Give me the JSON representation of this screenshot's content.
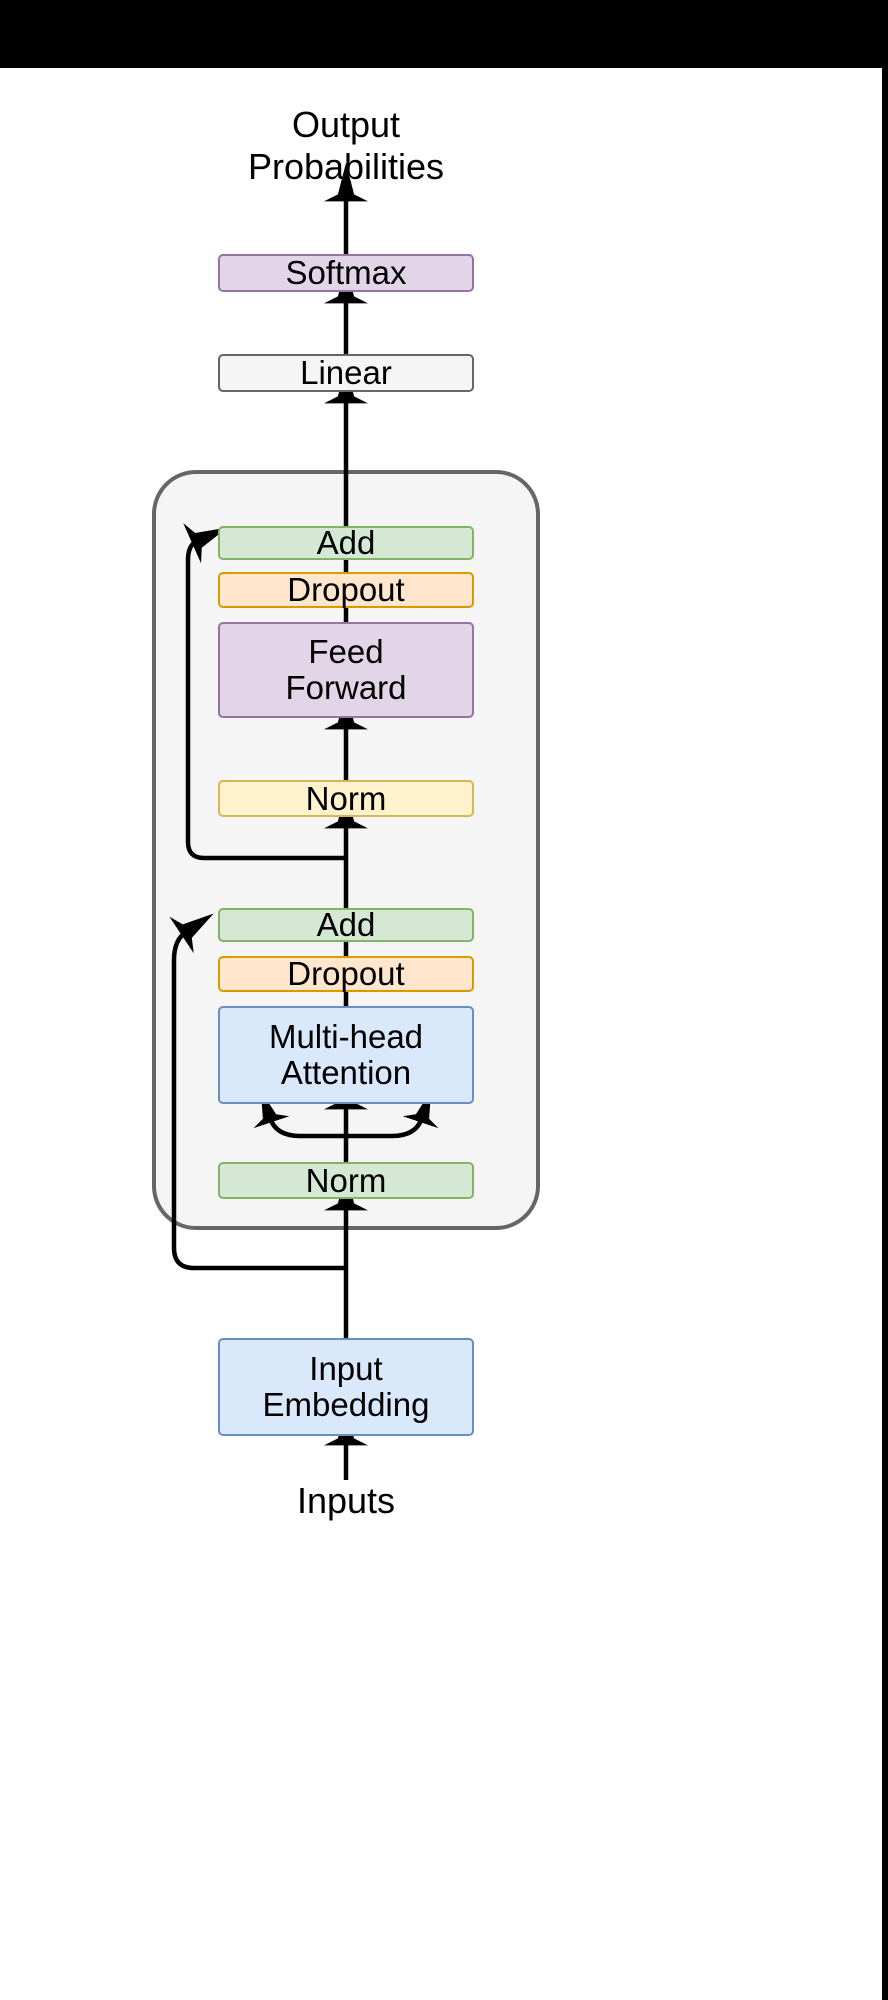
{
  "diagram": {
    "title": "Transformer Pre-LN Block Architecture",
    "type": "flowchart",
    "background_color": "#ffffff",
    "frame_color": "#000000",
    "labels": {
      "output": "Output\nProbabilities",
      "inputs": "Inputs"
    },
    "container": {
      "name": "encoder-block",
      "fill": "#f5f5f5",
      "stroke": "#666666"
    },
    "nodes": [
      {
        "id": "softmax",
        "label": "Softmax",
        "fill": "#e1d5e7",
        "stroke": "#9673a6"
      },
      {
        "id": "linear",
        "label": "Linear",
        "fill": "#f5f5f5",
        "stroke": "#666666"
      },
      {
        "id": "add_top",
        "label": "Add",
        "fill": "#d5e8d4",
        "stroke": "#82b366"
      },
      {
        "id": "dropout_top",
        "label": "Dropout",
        "fill": "#ffe6cc",
        "stroke": "#d79b00"
      },
      {
        "id": "feed_forward",
        "label": "Feed\nForward",
        "fill": "#e1d5e7",
        "stroke": "#9673a6"
      },
      {
        "id": "norm_top",
        "label": "Norm",
        "fill": "#fff2cc",
        "stroke": "#d6b656"
      },
      {
        "id": "add_bottom",
        "label": "Add",
        "fill": "#d5e8d4",
        "stroke": "#82b366"
      },
      {
        "id": "dropout_bot",
        "label": "Dropout",
        "fill": "#ffe6cc",
        "stroke": "#d79b00"
      },
      {
        "id": "mha",
        "label": "Multi-head\nAttention",
        "fill": "#dae8fc",
        "stroke": "#6c8ebf"
      },
      {
        "id": "norm_bottom",
        "label": "Norm",
        "fill": "#d5e8d4",
        "stroke": "#82b366"
      },
      {
        "id": "input_emb",
        "label": "Input\nEmbedding",
        "fill": "#dae8fc",
        "stroke": "#6c8ebf"
      }
    ],
    "edges": [
      {
        "from": "softmax",
        "to": "output",
        "style": "arrow"
      },
      {
        "from": "linear",
        "to": "softmax",
        "style": "arrow"
      },
      {
        "from": "add_top",
        "to": "linear",
        "style": "arrow"
      },
      {
        "from": "dropout_top",
        "to": "add_top",
        "style": "plain"
      },
      {
        "from": "feed_forward",
        "to": "dropout_top",
        "style": "plain"
      },
      {
        "from": "norm_top",
        "to": "feed_forward",
        "style": "arrow"
      },
      {
        "from": "add_bottom",
        "to": "norm_top",
        "style": "arrow"
      },
      {
        "from": "add_bottom",
        "to": "add_top",
        "style": "residual-curve"
      },
      {
        "from": "dropout_bot",
        "to": "add_bottom",
        "style": "plain"
      },
      {
        "from": "mha",
        "to": "dropout_bot",
        "style": "plain"
      },
      {
        "from": "norm_bottom",
        "to": "mha",
        "style": "three-prong-qkv"
      },
      {
        "from": "input_emb",
        "to": "norm_bottom",
        "style": "arrow"
      },
      {
        "from": "input_emb",
        "to": "add_bottom",
        "style": "residual-curve"
      },
      {
        "from": "inputs",
        "to": "input_emb",
        "style": "arrow"
      }
    ]
  }
}
